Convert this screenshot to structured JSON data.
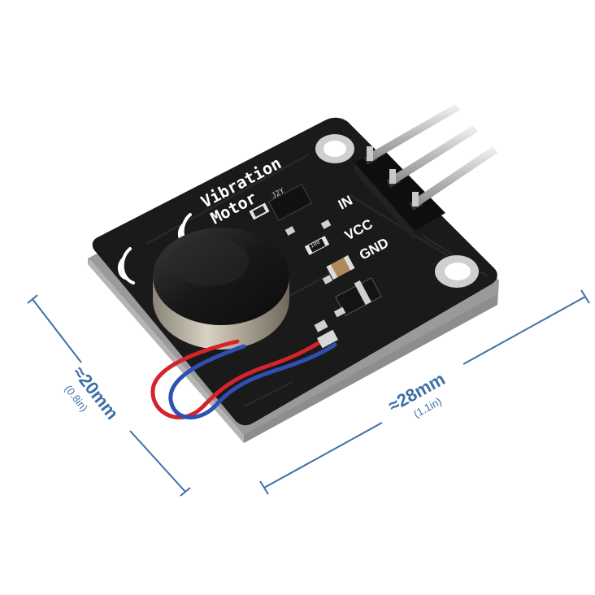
{
  "board": {
    "label_line1": "Vibration",
    "label_line2": "Motor",
    "pin_in": "IN",
    "pin_vcc": "VCC",
    "pin_gnd": "GND",
    "chip_marking": "J2Y",
    "resistor_marking": "100"
  },
  "dimensions": {
    "width_main": "≈20mm",
    "width_sub": "(0.8in)",
    "length_main": "≈28mm",
    "length_sub": "(1.1in)"
  },
  "colors": {
    "dimension_blue": "#3d6fa6",
    "pcb_black": "#1a1a1a",
    "wire_red": "#d4232a",
    "wire_blue": "#2f4fb3"
  }
}
